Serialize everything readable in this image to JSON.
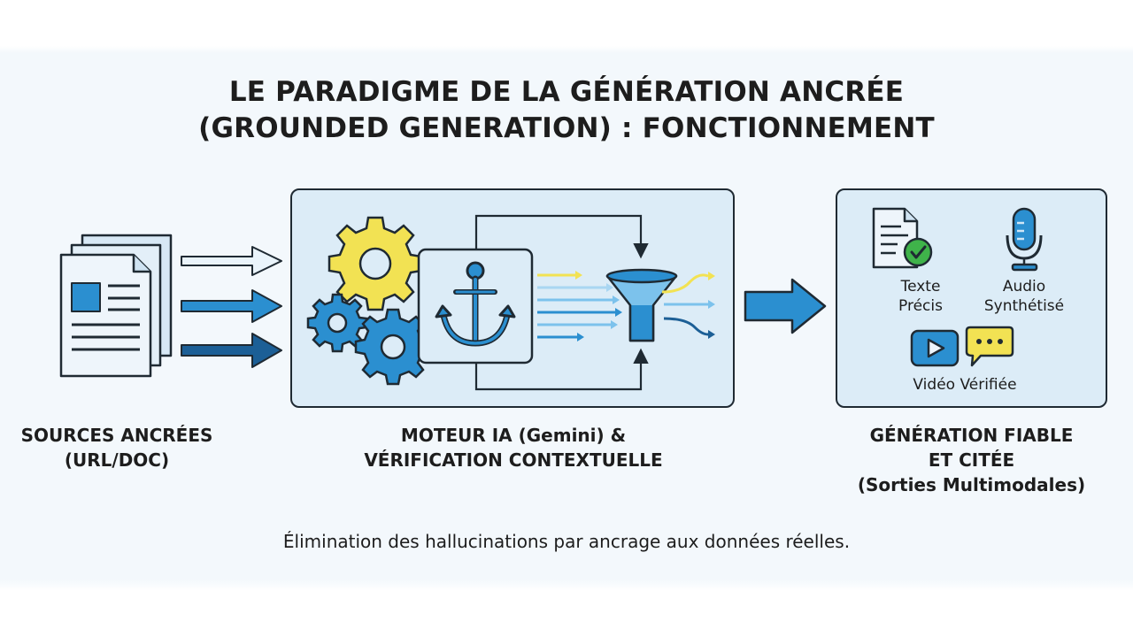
{
  "title": {
    "line1": "LE PARADIGME DE LA GÉNÉRATION ANCRÉE",
    "line2": "(GROUNDED GENERATION) : FONCTIONNEMENT"
  },
  "sources": {
    "label_line1": "SOURCES ANCRÉES",
    "label_line2": "(URL/DOC)"
  },
  "engine": {
    "label_line1": "MOTEUR IA (Gemini) &",
    "label_line2": "VÉRIFICATION CONTEXTUELLE"
  },
  "output": {
    "label_line1": "GÉNÉRATION FIABLE",
    "label_line2": "ET CITÉE",
    "label_line3": "(Sorties Multimodales)",
    "items": [
      {
        "line1": "Texte",
        "line2": "Précis",
        "icon": "document-check-icon"
      },
      {
        "line1": "Audio",
        "line2": "Synthétisé",
        "icon": "microphone-icon"
      },
      {
        "line1": "Vidéo Vérifiée",
        "icon": "video-chat-icon"
      }
    ]
  },
  "caption": "Élimination des hallucinations par ancrage aux données réelles.",
  "colors": {
    "panel_fill": "#dcecf7",
    "outline": "#1f2a33",
    "yellow": "#f2e253",
    "blue": "#2b8fd0",
    "light_blue": "#7cc2ec",
    "dark_blue": "#1c5f96",
    "green": "#3fb34a"
  }
}
